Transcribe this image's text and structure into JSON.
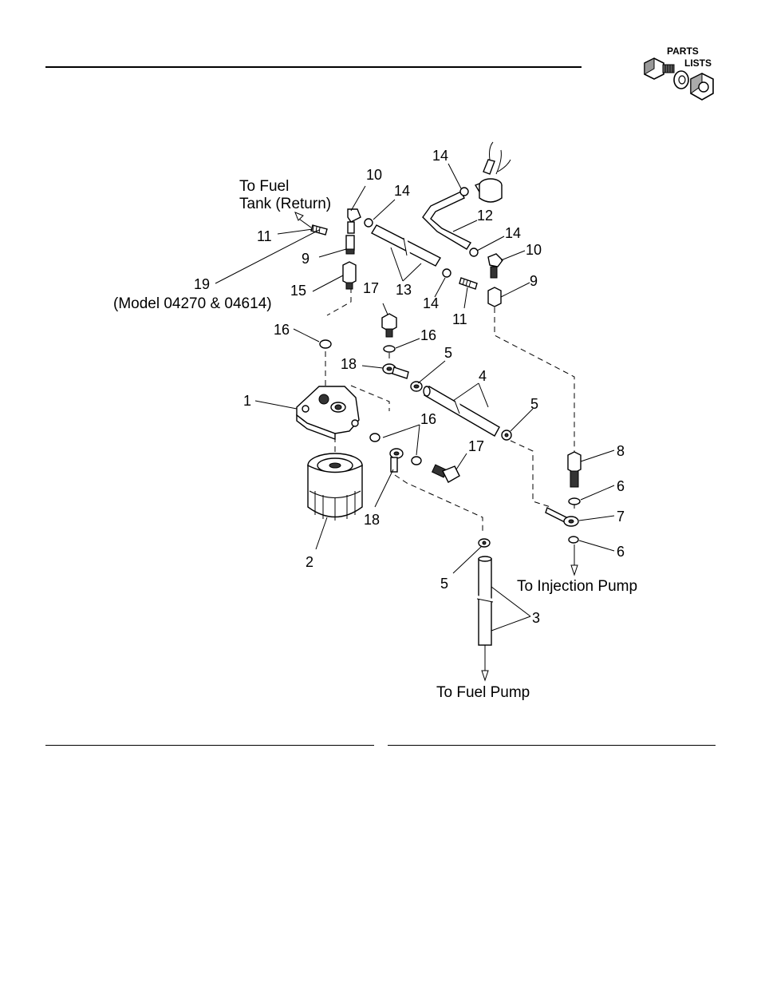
{
  "logo": {
    "line1": "PARTS",
    "line2": "LISTS"
  },
  "callouts": [
    {
      "id": "c1",
      "text": "1"
    },
    {
      "id": "c2",
      "text": "2"
    },
    {
      "id": "c3",
      "text": "3"
    },
    {
      "id": "c4",
      "text": "4"
    },
    {
      "id": "c5a",
      "text": "5"
    },
    {
      "id": "c5b",
      "text": "5"
    },
    {
      "id": "c5c",
      "text": "5"
    },
    {
      "id": "c6a",
      "text": "6"
    },
    {
      "id": "c6b",
      "text": "6"
    },
    {
      "id": "c7",
      "text": "7"
    },
    {
      "id": "c8",
      "text": "8"
    },
    {
      "id": "c9a",
      "text": "9"
    },
    {
      "id": "c9b",
      "text": "9"
    },
    {
      "id": "c10a",
      "text": "10"
    },
    {
      "id": "c10b",
      "text": "10"
    },
    {
      "id": "c11a",
      "text": "11"
    },
    {
      "id": "c11b",
      "text": "11"
    },
    {
      "id": "c12",
      "text": "12"
    },
    {
      "id": "c13",
      "text": "13"
    },
    {
      "id": "c14a",
      "text": "14"
    },
    {
      "id": "c14b",
      "text": "14"
    },
    {
      "id": "c14c",
      "text": "14"
    },
    {
      "id": "c14d",
      "text": "14"
    },
    {
      "id": "c15",
      "text": "15"
    },
    {
      "id": "c16a",
      "text": "16"
    },
    {
      "id": "c16b",
      "text": "16"
    },
    {
      "id": "c16c",
      "text": "16"
    },
    {
      "id": "c17a",
      "text": "17"
    },
    {
      "id": "c17b",
      "text": "17"
    },
    {
      "id": "c18a",
      "text": "18"
    },
    {
      "id": "c18b",
      "text": "18"
    },
    {
      "id": "c19",
      "text": "19"
    }
  ],
  "notes": {
    "model": "(Model 04270 & 04614)",
    "return_line1": "To Fuel",
    "return_line2": "Tank (Return)",
    "injection_pump": "To Injection Pump",
    "fuel_pump": "To Fuel Pump"
  }
}
